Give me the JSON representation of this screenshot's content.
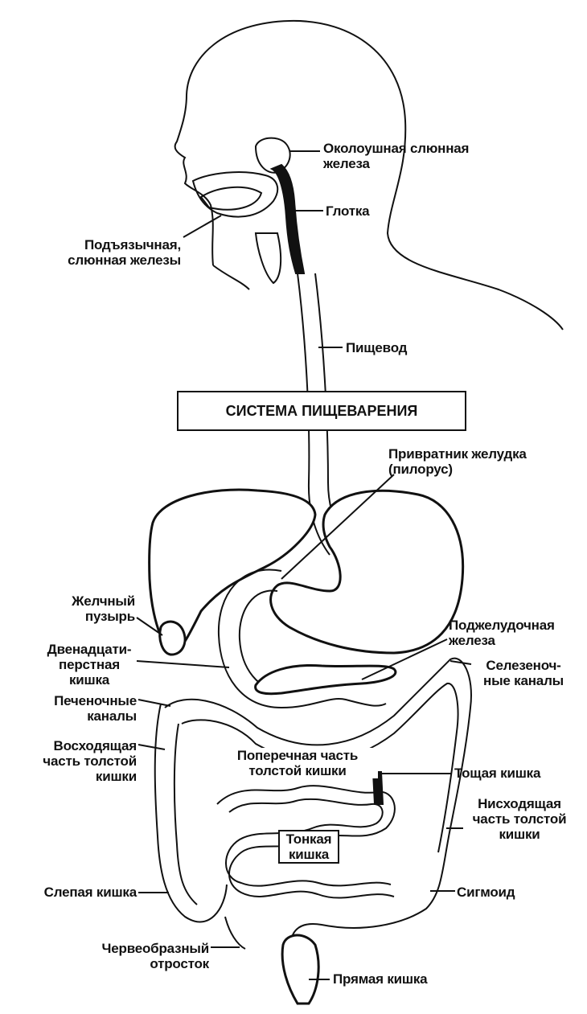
{
  "diagram": {
    "title": "СИСТЕМА ПИЩЕВАРЕНИЯ",
    "labels": {
      "parotid": "Околоушная слюнная\nжелеза",
      "pharynx": "Глотка",
      "sublingual": "Подъязычная,\nслюнная железы",
      "esophagus": "Пищевод",
      "pylorus": "Привратник желудка\n(пилорус)",
      "gallbladder": "Желчный\nпузырь",
      "pancreas": "Поджелудочная\nжелеза",
      "duodenum": "Двенадцати-\nперстная\nкишка",
      "splenic": "Селезеноч-\nные каналы",
      "hepatic": "Печеночные\nканалы",
      "ascending": "Восходящая\nчасть толстой\nкишки",
      "transverse": "Поперечная часть\nтолстой кишки",
      "jejunum": "Тощая кишка",
      "descending": "Нисходящая\nчасть толстой\nкишки",
      "small_intestine": "Тонкая\nкишка",
      "cecum": "Слепая кишка",
      "sigmoid": "Сигмоид",
      "appendix": "Червеобразный\nотросток",
      "rectum": "Прямая кишка"
    }
  }
}
